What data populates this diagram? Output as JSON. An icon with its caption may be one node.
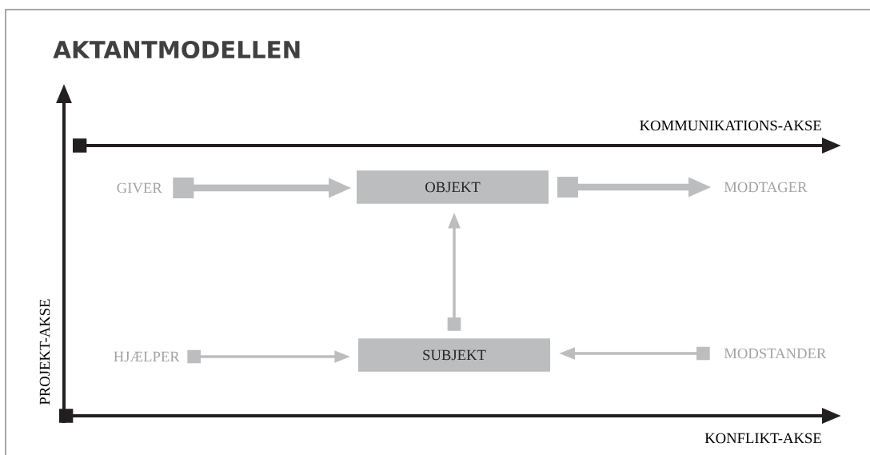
{
  "diagram": {
    "title": "AKTANTMODELLEN",
    "nodes": [
      {
        "text": [
          "GIVER"
        ]
      },
      {
        "text": [
          "OBJEKT"
        ]
      },
      {
        "text": [
          "MODTAGER"
        ]
      },
      {
        "text": [
          "HJÆLPER"
        ]
      },
      {
        "text": [
          "SUBJEKT"
        ]
      },
      {
        "text": [
          "MODSTANDER"
        ]
      }
    ],
    "edges": [
      {
        "from": 0,
        "to": 1,
        "arrow": "to",
        "style": "thick"
      },
      {
        "from": 1,
        "to": 2,
        "arrow": "to",
        "style": "thick"
      },
      {
        "from": 4,
        "to": 1,
        "arrow": "to"
      },
      {
        "from": 3,
        "to": 4,
        "arrow": "to"
      },
      {
        "from": 5,
        "to": 4,
        "arrow": "to"
      }
    ],
    "labels": [
      "KOMMUNIKATIONS-AKSE",
      "PROJEKT-AKSE",
      "KONFLIKT-AKSE"
    ]
  }
}
